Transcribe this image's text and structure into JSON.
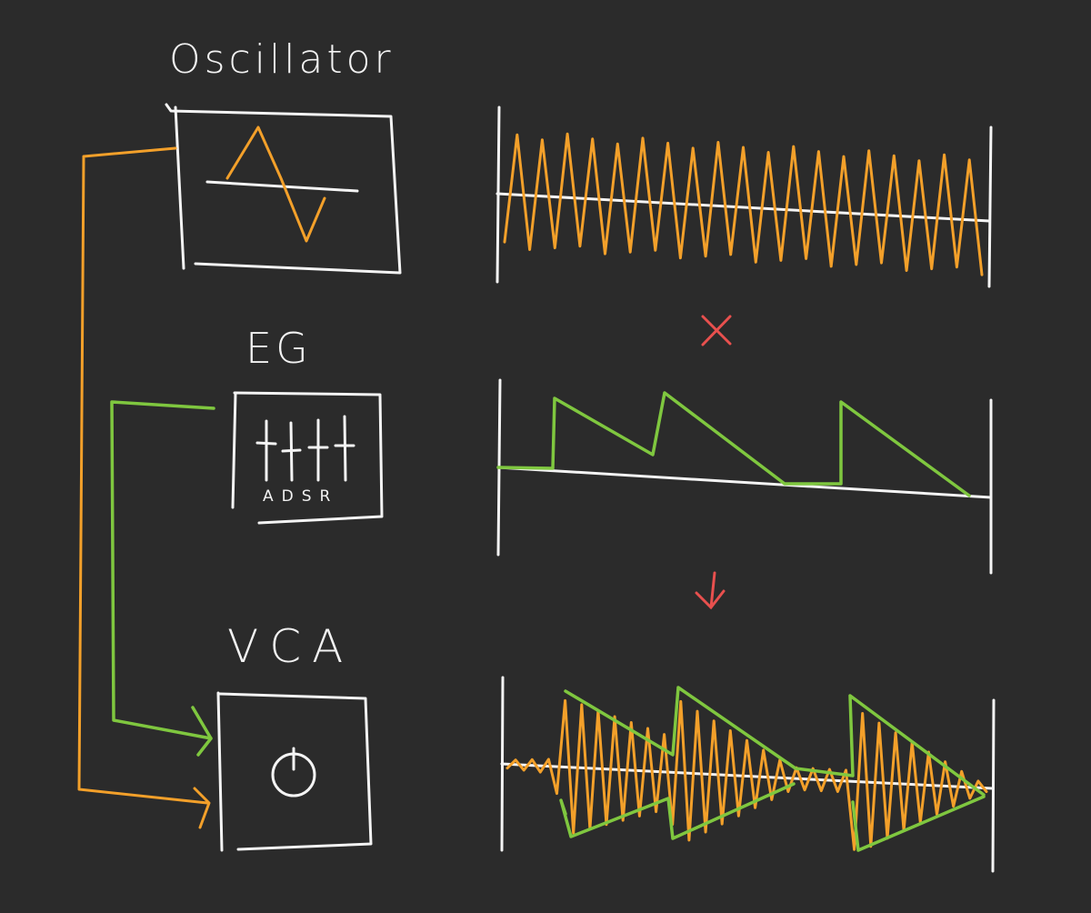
{
  "labels": {
    "oscillator": "Oscillator",
    "eg": "EG",
    "vca": "VCA",
    "adsr": "ADSR",
    "times_symbol": "×",
    "down_arrow": "↓"
  },
  "colors": {
    "background": "#2b2b2b",
    "lines": "#f4f4f4",
    "oscillator_signal": "#f3a02a",
    "envelope_signal": "#7fc73f",
    "operator_symbols": "#e8504e"
  },
  "icons": {
    "oscillator": "sine-wave-icon",
    "eg": "adsr-sliders-icon",
    "vca": "knob-icon"
  }
}
